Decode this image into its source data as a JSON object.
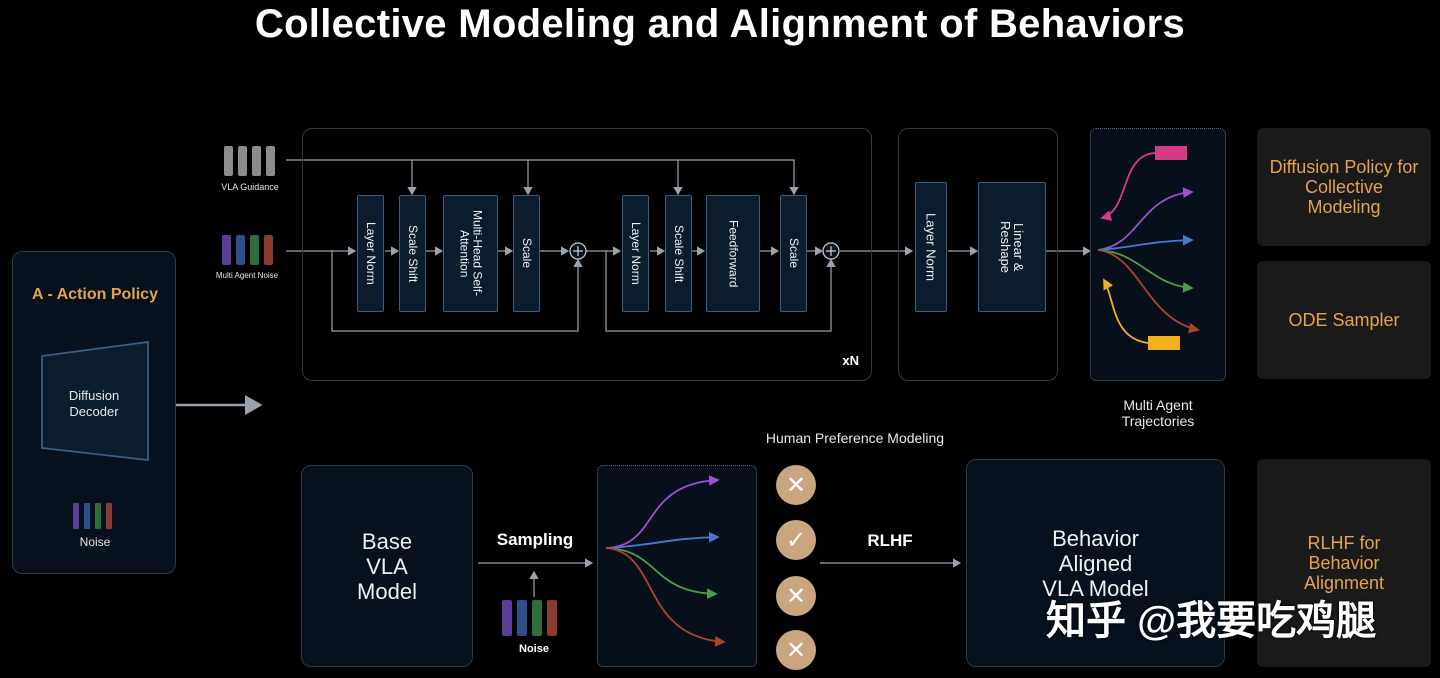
{
  "title": "Collective Modeling and Alignment of Behaviors",
  "action_policy": {
    "title": "A - Action Policy",
    "decoder": "Diffusion Decoder",
    "noise_label": "Noise"
  },
  "inputs": {
    "vla_guidance": "VLA Guidance",
    "multi_agent_noise": "Multi Agent Noise"
  },
  "transformer_block": {
    "layers": [
      "Layer Norm",
      "Scale Shift",
      "Multi-Head Self-Attention",
      "Scale",
      "Layer Norm",
      "Scale Shift",
      "Feedforward",
      "Scale"
    ],
    "repeat_label": "xN"
  },
  "output_block": {
    "layers": [
      "Layer Norm",
      "Linear & Reshape"
    ]
  },
  "trajectories_label": "Multi Agent Trajectories",
  "side_labels": {
    "diffusion_policy": "Diffusion Policy for Collective Modeling",
    "ode_sampler": "ODE Sampler",
    "rlhf_alignment": "RLHF for Behavior Alignment"
  },
  "bottom": {
    "base_model": "Base VLA Model",
    "sampling": "Sampling",
    "noise_label": "Noise",
    "human_preference": "Human Preference Modeling",
    "rlhf": "RLHF",
    "aligned_model": "Behavior Aligned VLA Model",
    "preferences": [
      "✕",
      "✓",
      "✕",
      "✕"
    ]
  },
  "watermark": "知乎 @我要吃鸡腿",
  "colors": {
    "accent_orange": "#e3a34a",
    "box_border": "#3d5d82",
    "badge": "#c9a680",
    "trajectory_purple": "#9a4fd6",
    "trajectory_blue": "#4a78d0",
    "trajectory_green": "#4f9a4a",
    "trajectory_red": "#a8442f",
    "trajectory_pink": "#d43d86",
    "trajectory_yellow": "#f2b01c"
  }
}
